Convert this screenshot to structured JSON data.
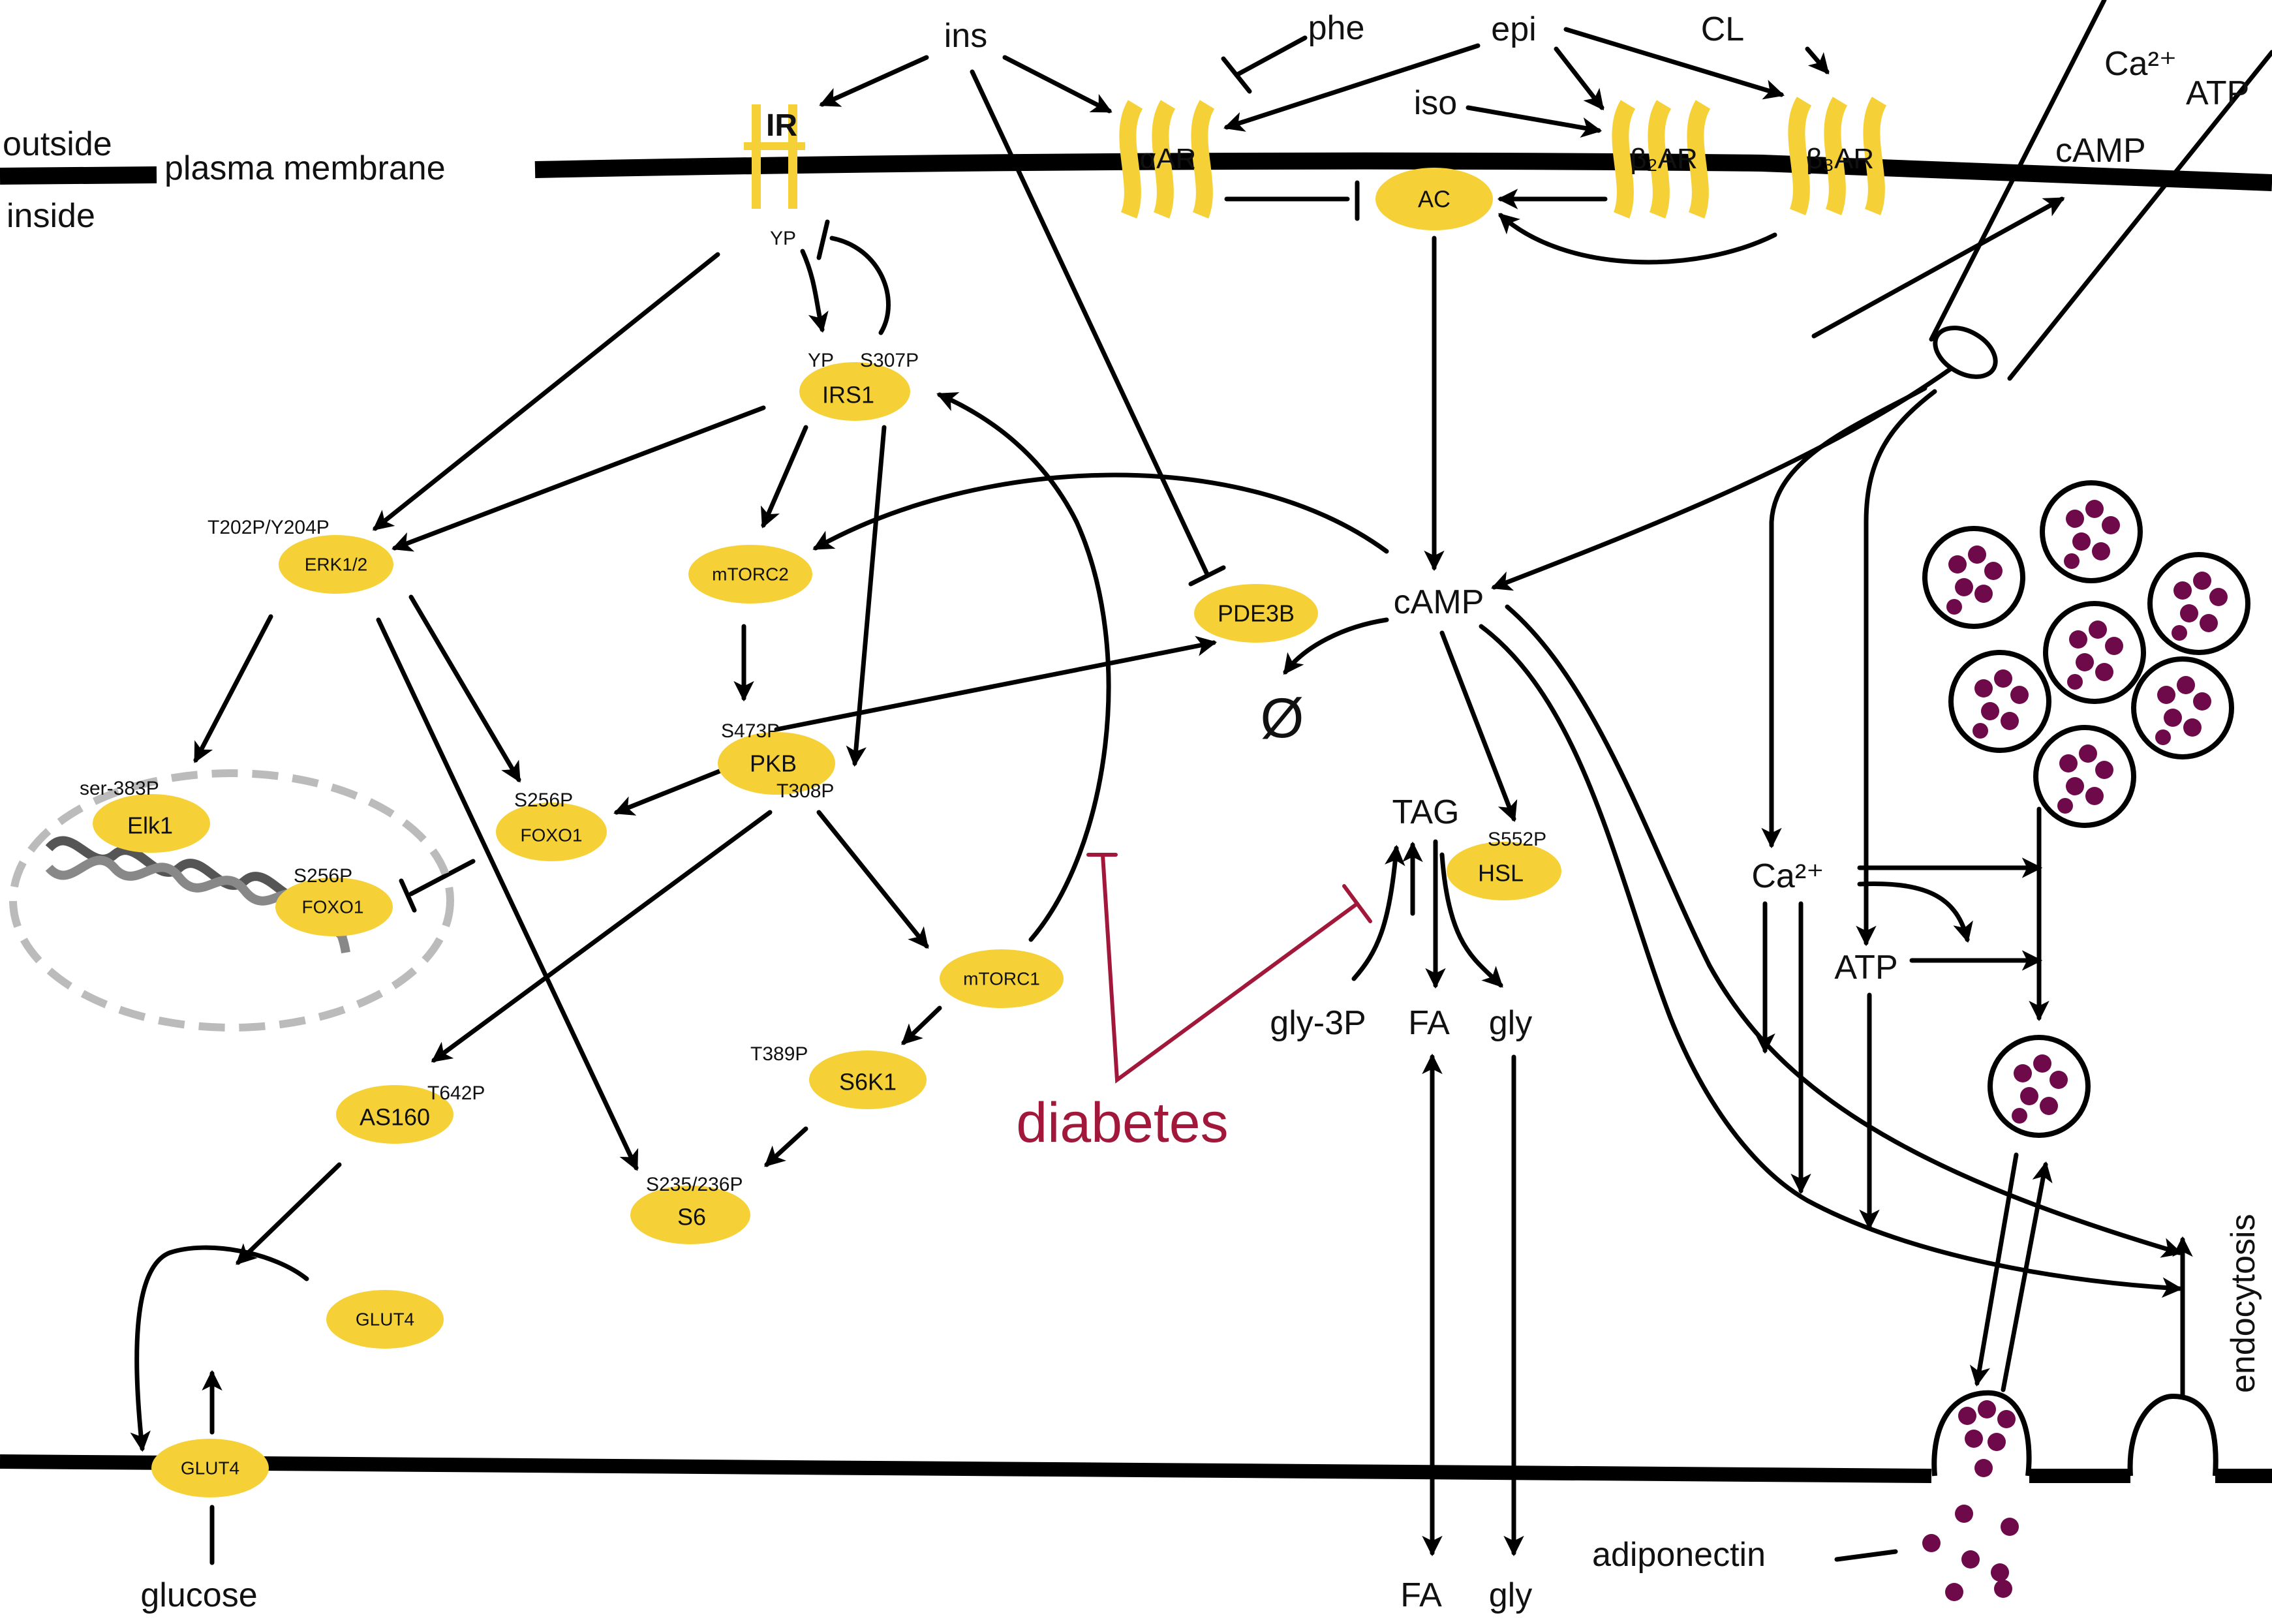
{
  "colors": {
    "node_fill": "#f5d137",
    "membrane": "#000000",
    "inhibit_disease": "#a1183a",
    "vesicle": "#6e0a4a",
    "nucleus": "#bbbbbb",
    "dna": "#555555"
  },
  "membrane": {
    "outside": "outside",
    "inside": "inside",
    "plasma": "plasma membrane"
  },
  "ligands": {
    "ins": "ins",
    "phe": "phe",
    "epi": "epi",
    "iso": "iso",
    "cl": "CL"
  },
  "receptors": {
    "ir": "IR",
    "alpha_ar": "αAR",
    "beta2_ar": "β₂AR",
    "beta3_ar": "β₃AR"
  },
  "nodes": {
    "ac": "AC",
    "irs1": "IRS1",
    "erk": "ERK1/2",
    "mtorc2": "mTORC2",
    "pde3b": "PDE3B",
    "pkb": "PKB",
    "foxo1_cyt": "FOXO1",
    "foxo1_nuc": "FOXO1",
    "elk1": "Elk1",
    "mtorc1": "mTORC1",
    "s6k1": "S6K1",
    "s6": "S6",
    "as160": "AS160",
    "glut4_cyt": "GLUT4",
    "glut4_mem": "GLUT4",
    "hsl": "HSL"
  },
  "phospho": {
    "ir_yp": "YP",
    "irs1_yp": "YP",
    "irs1_s307p": "S307P",
    "erk": "T202P/Y204P",
    "pkb_s473p": "S473P",
    "pkb_t308p": "T308P",
    "foxo1_cyt": "S256P",
    "foxo1_nuc": "S256P",
    "elk1": "ser-383P",
    "s6k1": "T389P",
    "s6": "S235/236P",
    "as160": "T642P",
    "hsl": "S552P"
  },
  "metabolites": {
    "camp": "cAMP",
    "empty": "Ø",
    "tag": "TAG",
    "gly3p": "gly-3P",
    "fa": "FA",
    "gly": "gly",
    "fa_out": "FA",
    "gly_out": "gly",
    "glucose": "glucose"
  },
  "pipette": {
    "ca": "Ca²⁺",
    "atp": "ATP",
    "camp": "cAMP"
  },
  "secretion": {
    "ca": "Ca²⁺",
    "atp": "ATP",
    "adiponectin": "adiponectin",
    "endocytosis": "endocytosis"
  },
  "disease": {
    "label": "diabetes"
  }
}
